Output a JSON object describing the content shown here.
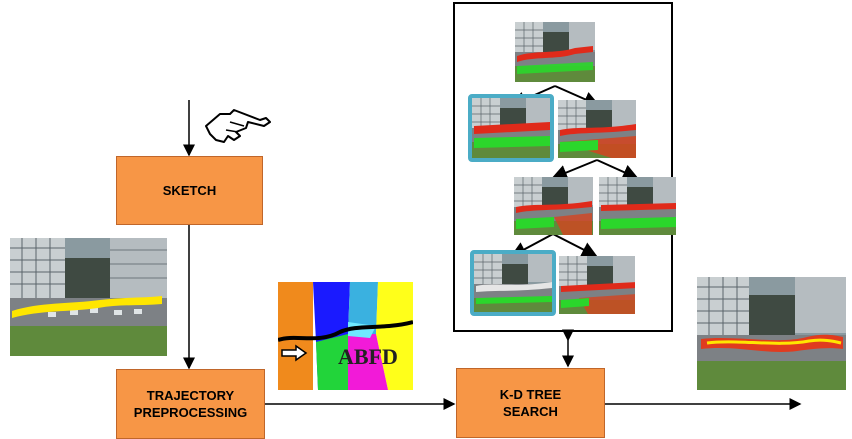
{
  "boxes": {
    "sketch": {
      "label": "SKETCH"
    },
    "preprocessing": {
      "line1": "TRAJECTORY",
      "line2": "PREPROCESSING"
    },
    "kdtree": {
      "line1": "K-D TREE",
      "line2": "SEARCH"
    }
  },
  "region_map": {
    "code": "ABFD"
  },
  "colors": {
    "box_fill": "#f79646",
    "selection_border": "#4bacc6",
    "trajectory_sketch": "#ffe600",
    "trajectory_result": "#e03b1f"
  }
}
